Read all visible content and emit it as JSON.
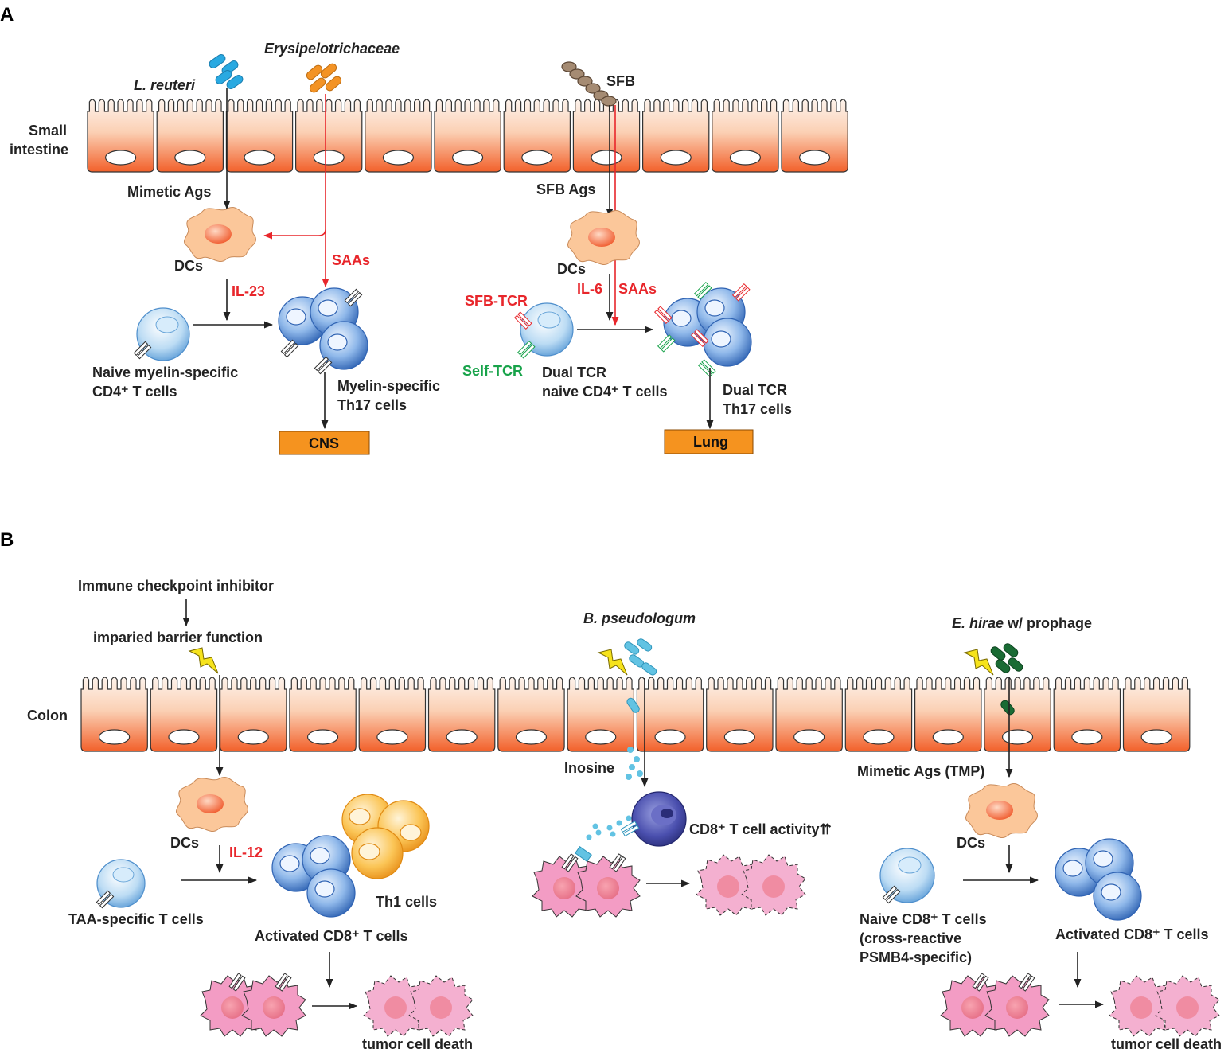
{
  "panels": {
    "a": {
      "letter": "A",
      "tissue": [
        "Small",
        "intestine"
      ],
      "bacteria": {
        "reuteri": "L. reuteri",
        "erysipelo": "Erysipelotrichaceae",
        "sfb": "SFB"
      },
      "labels": {
        "mimetic_ags": "Mimetic Ags",
        "dcs_left": "DCs",
        "saas_left": "SAAs",
        "il23": "IL-23",
        "naive_myelin": [
          "Naive myelin-specific",
          "CD4⁺ T cells"
        ],
        "myelin_th17": [
          "Myelin-specific",
          "Th17 cells"
        ],
        "cns": "CNS",
        "sfb_ags": "SFB Ags",
        "dcs_right": "DCs",
        "il6": "IL-6",
        "saas_right": "SAAs",
        "sfb_tcr": "SFB-TCR",
        "self_tcr": "Self-TCR",
        "dual_naive": [
          "Dual TCR",
          "naive CD4⁺ T cells"
        ],
        "dual_th17": [
          "Dual TCR",
          "Th17 cells"
        ],
        "lung": "Lung"
      }
    },
    "b": {
      "letter": "B",
      "tissue": "Colon",
      "labels": {
        "checkpoint": "Immune checkpoint inhibitor",
        "barrier": "imparied barrier function",
        "pseudologum": "B. pseudologum",
        "hirae_name": "E. hirae",
        "hirae_suffix": " w/ prophage",
        "dcs_left": "DCs",
        "il12": "IL-12",
        "taa": "TAA-specific T cells",
        "th1": "Th1 cells",
        "activated_left": "Activated CD8⁺ T cells",
        "death_left": "tumor cell death",
        "inosine": "Inosine",
        "cd8_activity": "CD8⁺ T cell activity⇈",
        "mimetic_tmp": "Mimetic Ags (TMP)",
        "dcs_right": "DCs",
        "naive_cd8": [
          "Naive CD8⁺ T cells",
          "(cross-reactive",
          "PSMB4-specific)"
        ],
        "activated_right": "Activated CD8⁺ T cells",
        "death_right": "tumor cell death"
      }
    }
  },
  "colors": {
    "black_arrow": "#222222",
    "red_arrow": "#e8262b",
    "cell_gradient_top": "#fdf1ea",
    "cell_gradient_bottom": "#f26a2c",
    "tcell_blue": "#3a76c4",
    "th1_orange": "#f6a623",
    "dc_peach": "#fbc79a",
    "tumor_pink": "#f39cc4",
    "box_orange": "#f5931f",
    "reuteri_blue": "#29a9e1",
    "erysipelo_orange": "#f39325",
    "pseudologum_cyan": "#62c3e3",
    "hirae_green": "#1a6b34",
    "cd8_navy": "#3a3d8f"
  }
}
